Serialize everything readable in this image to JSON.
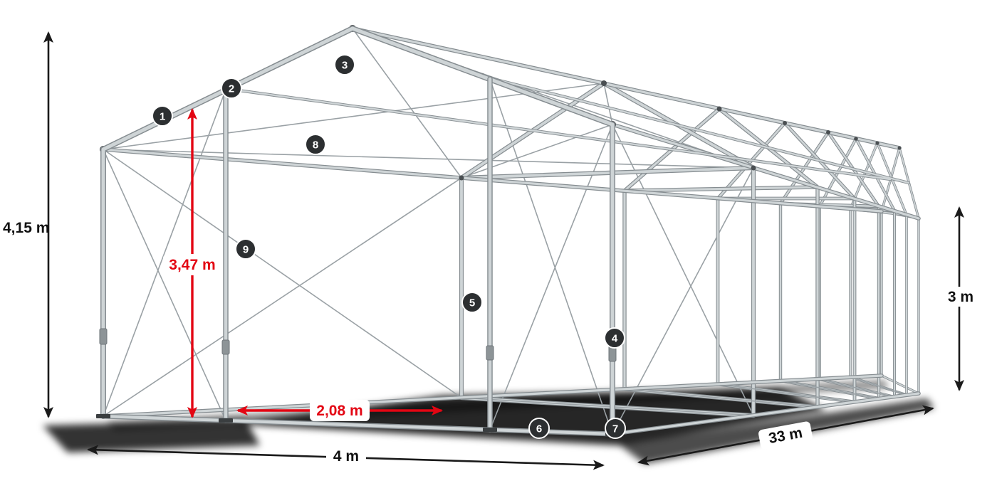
{
  "diagram": {
    "subject": "tent-steel-frame-construction",
    "dimensions": {
      "total_height": "4,15 m",
      "entrance_height": "3,47 m",
      "side_height": "3 m",
      "entrance_width": "2,08 m",
      "width": "4 m",
      "length": "33 m"
    },
    "part_badges": [
      "1",
      "2",
      "3",
      "4",
      "5",
      "6",
      "7",
      "8",
      "9"
    ],
    "colors": {
      "background": "#ffffff",
      "accent_red": "#e30613",
      "dimension_black": "#1a1a1a",
      "frame_steel_light": "#ced4d6",
      "frame_steel_dark": "#868d91",
      "badge_bg": "#2c2f31",
      "shadow": "#000000"
    }
  }
}
